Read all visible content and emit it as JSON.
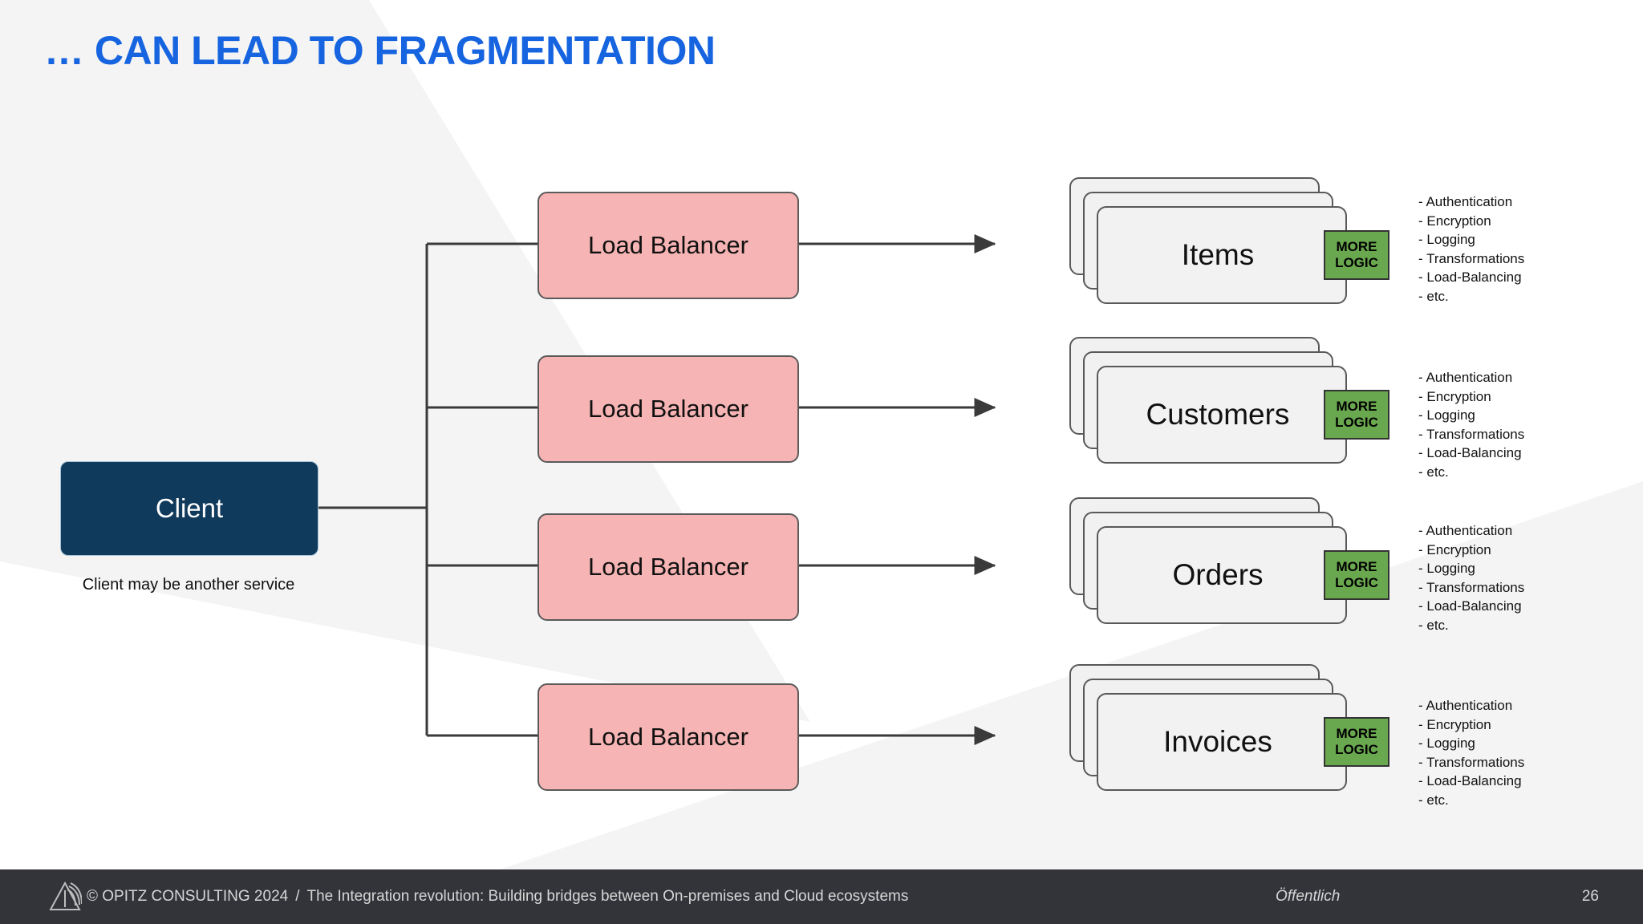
{
  "slide": {
    "title": "… CAN LEAD TO FRAGMENTATION",
    "title_color": "#1664e0",
    "background_color": "#ffffff"
  },
  "diagram": {
    "client": {
      "label": "Client",
      "caption": "Client may be another service",
      "fill": "#103a5c",
      "text_color": "#ffffff"
    },
    "load_balancers": [
      {
        "label": "Load Balancer"
      },
      {
        "label": "Load Balancer"
      },
      {
        "label": "Load Balancer"
      },
      {
        "label": "Load Balancer"
      }
    ],
    "load_balancer_fill": "#f7b4b4",
    "badge": {
      "line1": "MORE",
      "line2": "LOGIC",
      "fill": "#6aa84f"
    },
    "bullet_items": [
      "- Authentication",
      "- Encryption",
      "- Logging",
      "- Transformations",
      "- Load-Balancing",
      "- etc."
    ],
    "services": [
      {
        "label": "Items"
      },
      {
        "label": "Customers"
      },
      {
        "label": "Orders"
      },
      {
        "label": "Invoices"
      }
    ],
    "service_card_fill": "#f1f1f1"
  },
  "footer": {
    "copyright": "© OPITZ CONSULTING 2024",
    "separator": "/",
    "subtitle": "The Integration revolution: Building bridges between On-premises and Cloud ecosystems",
    "classification": "Öffentlich",
    "page_number": "26",
    "background": "#32343a"
  }
}
